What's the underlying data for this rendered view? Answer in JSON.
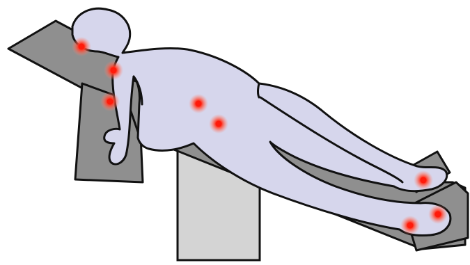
{
  "figure": {
    "colors": {
      "background": "#ffffff",
      "outline": "#111111",
      "table_surface": "#8f8f8f",
      "table_pedestal": "#d4d4d4",
      "body_fill": "#d6d6ec",
      "pressure_point_core": "#ff2a1a",
      "pressure_point_glow": "#ff6a55"
    },
    "pressure_points": [
      {
        "name": "back-of-head",
        "icon": "red-glow-dot"
      },
      {
        "name": "right-shoulder",
        "icon": "red-glow-dot"
      },
      {
        "name": "right-elbow",
        "icon": "red-glow-dot"
      },
      {
        "name": "sacrum-upper",
        "icon": "red-glow-dot"
      },
      {
        "name": "sacrum-lower",
        "icon": "red-glow-dot"
      },
      {
        "name": "right-heel",
        "icon": "red-glow-dot"
      },
      {
        "name": "left-heel",
        "icon": "red-glow-dot"
      },
      {
        "name": "left-heel-side",
        "icon": "red-glow-dot"
      }
    ]
  }
}
